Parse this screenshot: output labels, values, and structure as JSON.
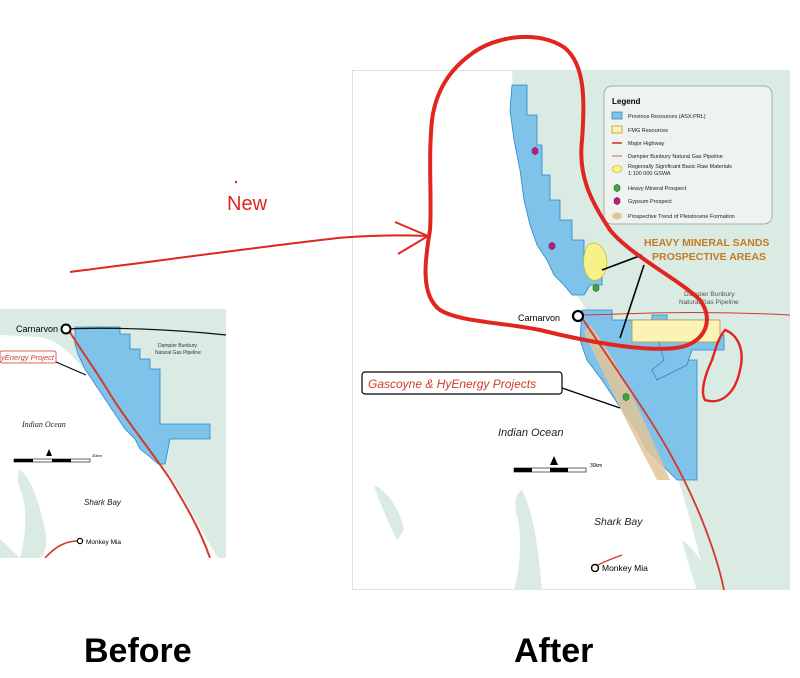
{
  "annotation": {
    "new_label": "New"
  },
  "captions": {
    "before": "Before",
    "after": "After"
  },
  "before_map": {
    "town_carnarvon": "Carnarvon",
    "project_label": "yEnergy Project",
    "pipeline_line1": "Dampier Bunbury",
    "pipeline_line2": "Natural Gas Pipeline",
    "ocean_label": "Indian Ocean",
    "bay_label": "Shark Bay",
    "town_monkey_mia": "Monkey Mia",
    "scale_label": "30km"
  },
  "after_map": {
    "town_carnarvon": "Carnarvon",
    "project_label": "Gascoyne & HyEnergy Projects",
    "hms_line1": "HEAVY MINERAL SANDS",
    "hms_line2": "PROSPECTIVE AREAS",
    "pipeline_line1": "Dampier Bunbury",
    "pipeline_line2": "Natural Gas Pipeline",
    "ocean_label": "Indian Ocean",
    "bay_label": "Shark Bay",
    "town_monkey_mia": "Monkey Mia",
    "scale_label": "30km",
    "legend": {
      "title": "Legend",
      "items": [
        {
          "label": "Province Resources (ASX:PRL)",
          "symbol": "blue-box"
        },
        {
          "label": "FMG Resources",
          "symbol": "yellow-box"
        },
        {
          "label": "Major Highway",
          "symbol": "red-line"
        },
        {
          "label": "Dampier Bunbury Natural Gas Pipeline",
          "symbol": "red-thin-line"
        },
        {
          "label": "Regionally Significant Basic Raw Materials",
          "label2": "1:100 000 GSWA",
          "symbol": "yellow-blob"
        },
        {
          "label": "Heavy Mineral Prospect",
          "symbol": "green-hexagon"
        },
        {
          "label": "Gypsum Prospect",
          "symbol": "magenta-hexagon"
        },
        {
          "label": "Prospective Trend of Pleistocene Formation",
          "symbol": "tan-blob"
        }
      ]
    }
  },
  "colors": {
    "land": "#d9ebe3",
    "sea": "#ffffff",
    "tenement": "#7fc3ea",
    "tenement_stroke": "#2a88c8",
    "fmg": "#fbf2b7",
    "highway": "#d23a2c",
    "annotation": "#e0261f",
    "trend": "#e3c49a",
    "legend_bg": "#eef3ef"
  }
}
